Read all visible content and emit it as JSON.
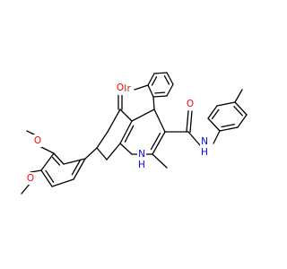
{
  "molecule": {
    "labels": {
      "br": "Br",
      "o_ketone": "O",
      "o_amide": "O",
      "nh_amide": "N",
      "h_amide": "H",
      "nh_ring": "N",
      "h_ring": "H",
      "o_methoxy_1": "O",
      "o_methoxy_2": "O"
    },
    "colors": {
      "bond": "#000000",
      "bromine": "#a52a2a",
      "oxygen": "#ff0000",
      "nitrogen": "#0000ff"
    }
  }
}
